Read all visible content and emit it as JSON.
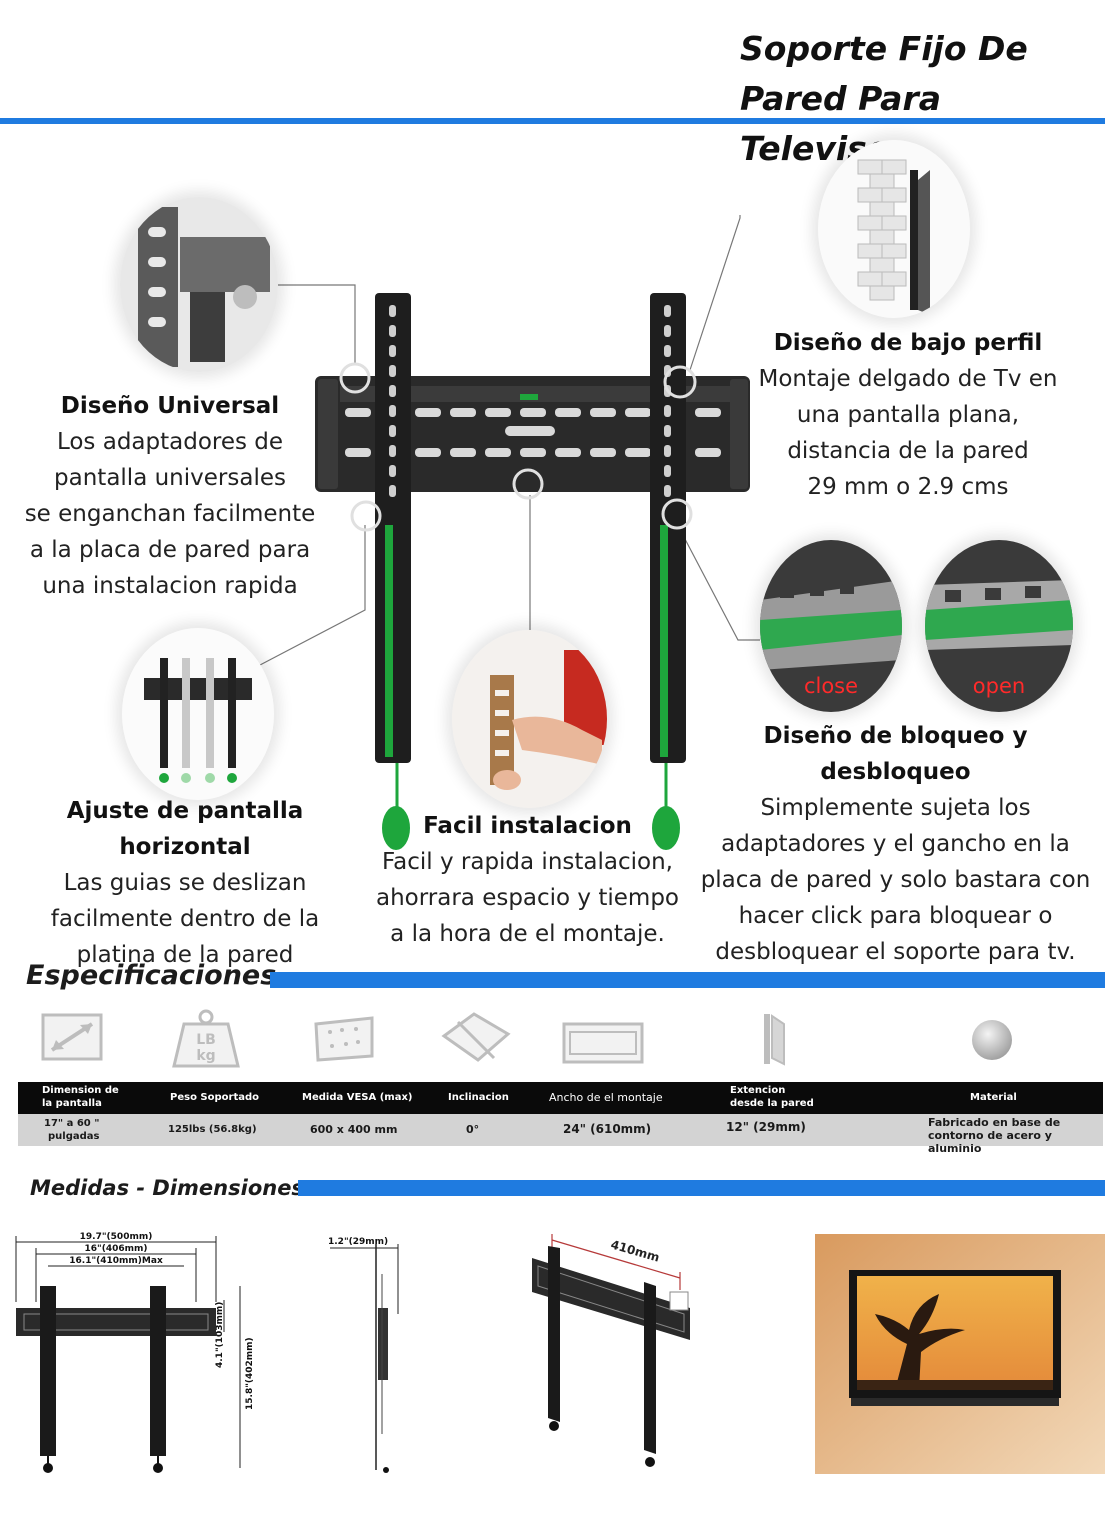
{
  "header": {
    "title_line1": "Soporte Fijo De",
    "title_line2": "Pared Para Televisor",
    "accent_color": "#1f7be0"
  },
  "features": {
    "universal": {
      "heading": "Diseño Universal",
      "lines": [
        "Los adaptadores de",
        "pantalla universales",
        "se enganchan facilmente",
        "a la placa de pared para",
        "una instalacion rapida"
      ]
    },
    "low_profile": {
      "heading": "Diseño de bajo perfil",
      "lines": [
        "Montaje delgado de Tv en",
        "una pantalla plana,",
        "distancia de la pared",
        "29 mm o 2.9 cms"
      ]
    },
    "horizontal": {
      "heading": "Ajuste de pantalla horizontal",
      "lines": [
        "Las guias se deslizan",
        "facilmente dentro de la",
        "platina de la pared"
      ]
    },
    "easy_install": {
      "heading": "Facil instalacion",
      "lines": [
        "Facil y rapida instalacion,",
        "ahorrara espacio y tiempo",
        "a la hora de el montaje."
      ]
    },
    "lock": {
      "heading": "Diseño de bloqueo y desbloqueo",
      "lines": [
        "Simplemente  sujeta los",
        "adaptadores y el gancho en la",
        "placa de pared y solo bastara con",
        "hacer click para bloquear o",
        "desbloquear el soporte para tv."
      ],
      "close_label": "close",
      "open_label": "open"
    }
  },
  "specs": {
    "title": "Especificaciones",
    "icons": [
      "diagonal-size-icon",
      "weight-lbkg-icon",
      "vesa-pattern-icon",
      "tilt-icon",
      "mount-width-icon",
      "wall-extension-icon",
      "material-sphere-icon"
    ],
    "weight_icon_text_top": "LB",
    "weight_icon_text_bottom": "kg",
    "headers": [
      [
        "Dimension de",
        "la pantalla"
      ],
      [
        "Peso Soportado"
      ],
      [
        "Medida VESA (max)"
      ],
      [
        "Inclinacion"
      ],
      [
        "Ancho de el montaje"
      ],
      [
        "Extencion",
        "desde la pared"
      ],
      [
        "Material"
      ]
    ],
    "values": [
      [
        "17\" a 60 \"",
        "pulgadas"
      ],
      [
        "125lbs (56.8kg)"
      ],
      [
        "600 x 400 mm"
      ],
      [
        "0°"
      ],
      [
        "24\" (610mm)"
      ],
      [
        "12\" (29mm)"
      ],
      [
        "Fabricado en base de",
        "contorno de acero y aluminio"
      ]
    ]
  },
  "dimensions": {
    "title": "Medidas - Dimensiones",
    "front": {
      "width_total": "19.7\"(500mm)",
      "width_mid": "16\"(406mm)",
      "width_max": "16.1\"(410mm)Max",
      "height_small": "4.1\"(103mm)",
      "height_total": "15.8\"(402mm)"
    },
    "side": {
      "depth": "1.2\"(29mm)"
    },
    "perspective": {
      "label": "410mm"
    }
  }
}
